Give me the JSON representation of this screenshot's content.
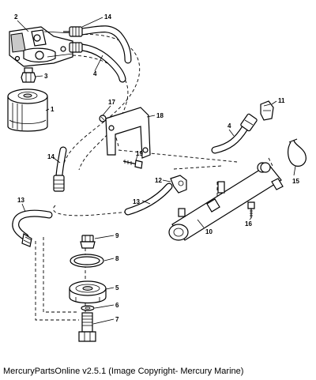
{
  "caption": "MercuryPartsOnline v2.5.1 (Image Copyright- Mercury Marine)",
  "callouts": {
    "c1": "1",
    "c2": "2",
    "c3": "3",
    "c4a": "4",
    "c4b": "4",
    "c5": "5",
    "c6": "6",
    "c7": "7",
    "c8": "8",
    "c9": "9",
    "c10": "10",
    "c11": "11",
    "c12": "12",
    "c13a": "13",
    "c13b": "13",
    "c14a": "14",
    "c14b": "14",
    "c15": "15",
    "c16": "16",
    "c17": "17",
    "c18": "18",
    "c19": "19"
  }
}
